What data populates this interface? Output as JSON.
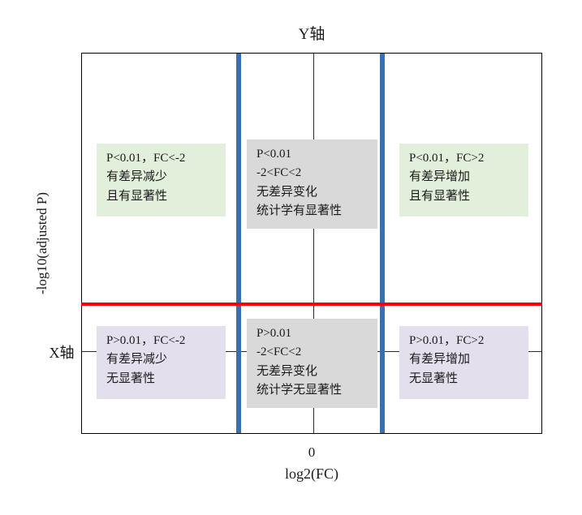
{
  "colors": {
    "green_box": "#e2efda",
    "gray_box": "#d9d9d9",
    "purple_box": "#e4dfec",
    "blue_line": "#3b6db3",
    "red_line": "#ff0000"
  },
  "axes": {
    "y_axis_title": "Y轴",
    "y_label": "-log10(adjusted P)",
    "x_axis_marker": "X轴",
    "x_tick_zero": "0",
    "x_title": "log2(FC)"
  },
  "quadrants": {
    "top_left": {
      "lines": [
        "P<0.01，FC<-2",
        "有差异减少",
        "且有显著性"
      ]
    },
    "top_middle": {
      "lines": [
        "P<0.01",
        "-2<FC<2",
        "无差异变化",
        "统计学有显著性"
      ]
    },
    "top_right": {
      "lines": [
        "P<0.01，FC>2",
        "有差异增加",
        "且有显著性"
      ]
    },
    "bottom_left": {
      "lines": [
        "P>0.01，FC<-2",
        "有差异减少",
        "无显著性"
      ]
    },
    "bottom_middle": {
      "lines": [
        "P>0.01",
        "-2<FC<2",
        "无差异变化",
        "统计学无显著性"
      ]
    },
    "bottom_right": {
      "lines": [
        "P>0.01，FC>2",
        "有差异增加",
        "无显著性"
      ]
    }
  }
}
